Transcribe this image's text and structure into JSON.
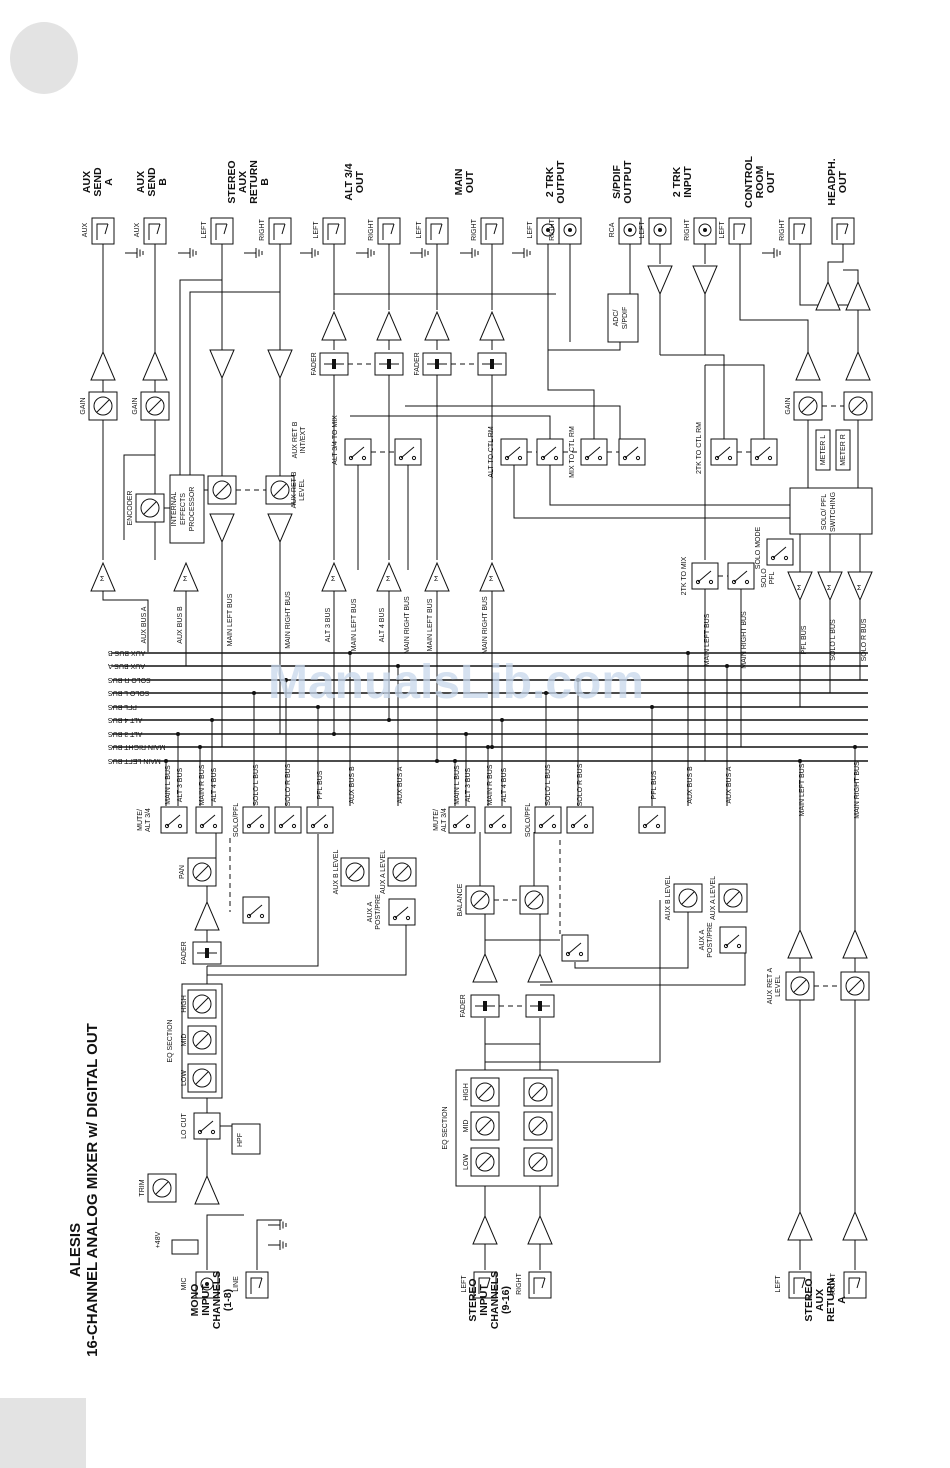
{
  "watermark": "ManualsLib.com",
  "title": {
    "brand": "ALESIS",
    "subtitle": "16-CHANNEL ANALOG MIXER w/ DIGITAL OUT"
  },
  "sections": {
    "mono": [
      "MONO",
      "INPUT",
      "CHANNELS",
      "(1-8)"
    ],
    "stereo": [
      "STEREO",
      "INPUT",
      "CHANNELS",
      "(9-16)"
    ],
    "aux_return_a": [
      "STEREO",
      "AUX",
      "RETURN",
      "A"
    ]
  },
  "outputs": [
    {
      "id": "aux-send-a",
      "lines": [
        "AUX",
        "SEND",
        "A"
      ]
    },
    {
      "id": "aux-send-b",
      "lines": [
        "AUX",
        "SEND",
        "B"
      ]
    },
    {
      "id": "stereo-aux-return-b",
      "lines": [
        "STEREO",
        "AUX",
        "RETURN",
        "B"
      ]
    },
    {
      "id": "alt-34-out",
      "lines": [
        "ALT 3/4",
        "OUT"
      ]
    },
    {
      "id": "main-out",
      "lines": [
        "MAIN",
        "OUT"
      ]
    },
    {
      "id": "2trk-output",
      "lines": [
        "2 TRK",
        "OUTPUT"
      ]
    },
    {
      "id": "spdif-output",
      "lines": [
        "S/PDIF",
        "OUTPUT"
      ]
    },
    {
      "id": "2trk-input",
      "lines": [
        "2 TRK",
        "INPUT"
      ]
    },
    {
      "id": "control-room-out",
      "lines": [
        "CONTROL",
        "ROOM",
        "OUT"
      ]
    },
    {
      "id": "headph-out",
      "lines": [
        "HEADPH.",
        "OUT"
      ]
    }
  ],
  "jacks": [
    {
      "id": "aux-a",
      "label": "AUX"
    },
    {
      "id": "aux-b",
      "label": "AUX"
    },
    {
      "id": "ret-b-left",
      "label": "LEFT"
    },
    {
      "id": "ret-b-right",
      "label": "RIGHT"
    },
    {
      "id": "alt-left",
      "label": "LEFT"
    },
    {
      "id": "alt-right",
      "label": "RIGHT"
    },
    {
      "id": "main-left",
      "label": "LEFT"
    },
    {
      "id": "main-right",
      "label": "RIGHT"
    },
    {
      "id": "trk-out-left",
      "label": "LEFT"
    },
    {
      "id": "trk-out-right",
      "label": "RIGHT"
    },
    {
      "id": "spdif",
      "label": "RCA"
    },
    {
      "id": "trk-in-left",
      "label": "LEFT"
    },
    {
      "id": "trk-in-right",
      "label": "RIGHT"
    },
    {
      "id": "cr-left",
      "label": "LEFT"
    },
    {
      "id": "cr-right",
      "label": "RIGHT"
    }
  ],
  "buses": [
    "AUX BUS B",
    "AUX BUS A",
    "SOLO R BUS",
    "SOLO L BUS",
    "PFL BUS",
    "ALT 4 BUS",
    "ALT 3 BUS",
    "MAIN RIGHT BUS",
    "MAIN LEFT BUS"
  ],
  "labels": {
    "gain": "GAIN",
    "encoder": "ENCODER",
    "effects": [
      "INTERNAL",
      "EFFECTS",
      "PROCESSOR"
    ],
    "aux_ret_b_level": [
      "AUX RET B",
      "LEVEL"
    ],
    "aux_ret_b_int_ext": [
      "AUX RET B",
      "INT/EXT"
    ],
    "fader": "FADER",
    "alt34_to_mix": "ALT 3/4 TO MIX",
    "alt_to_ctl_rm": "ALT TO CTL RM",
    "mix_to_ctl_rm": "MIX TO CTL RM",
    "trk_to_ctl_rm": "2TK TO CTL RM",
    "adc": [
      "ADC/",
      "S/PDIF"
    ],
    "meter_l": "METER L",
    "meter_r": "METER R",
    "solo_pfl_switching": [
      "SOLO/ PFL",
      "SWITCHING"
    ],
    "solo_mode": "SOLO MODE",
    "trk_to_mix": "2TK TO MIX",
    "solo_pfl": [
      "SOLO",
      "PFL"
    ],
    "aux_bus_a": "AUX BUS A",
    "aux_bus_b": "AUX BUS B",
    "main_left_bus": "MAIN LEFT BUS",
    "main_right_bus": "MAIN RIGHT BUS",
    "alt3_bus": "ALT 3 BUS",
    "alt4_bus": "ALT 4 BUS",
    "pfl_bus": "PFL BUS",
    "solo_l_bus": "SOLO L BUS",
    "solo_r_bus": "SOLO R BUS",
    "main_l_bus": "MAIN L BUS",
    "main_r_bus": "MAIN R BUS",
    "mute_alt34": [
      "MUTE/",
      "ALT 3/4"
    ],
    "solo_pfl_sw": "SOLO/PFL",
    "pan": "PAN",
    "balance": "BALANCE",
    "aux_a_level": "AUX A LEVEL",
    "aux_b_level": "AUX B LEVEL",
    "aux_a_postpre": [
      "AUX A",
      "POST/PRE"
    ],
    "eq_section": "EQ SECTION",
    "eq_high": "HIGH",
    "eq_mid": "MID",
    "eq_low": "LOW",
    "lo_cut": "LO CUT",
    "hpf": "HPF",
    "trim": "TRIM",
    "mic": "MIC",
    "phantom": "+48V",
    "line": "LINE",
    "left": "LEFT",
    "right": "RIGHT",
    "aux_ret_a_level": [
      "AUX RET A",
      "LEVEL"
    ]
  }
}
